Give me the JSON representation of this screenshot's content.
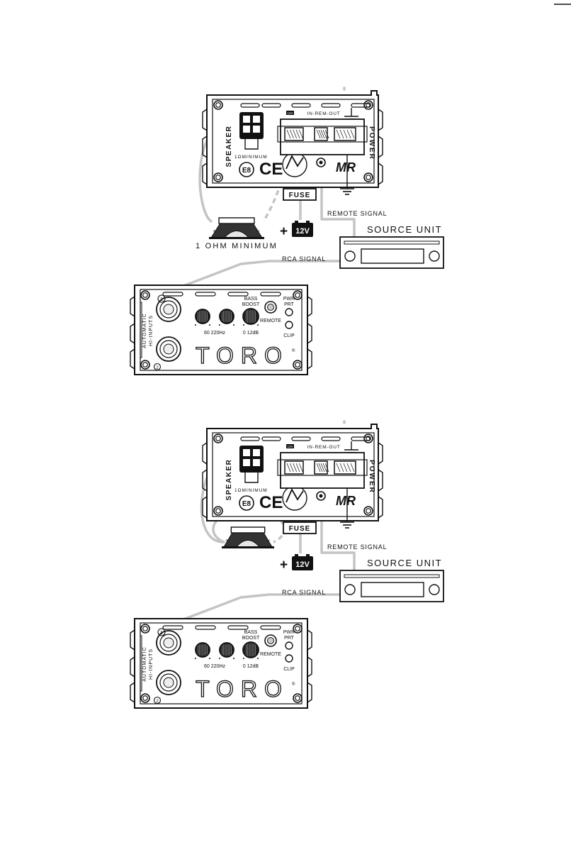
{
  "diagrams": [
    {
      "id": "top",
      "speaker_count": 1,
      "amp": {
        "speaker_label": "SPEAKER",
        "minimum_label": "1ΩMINIMUM",
        "power_label": "POWER",
        "terminal_header": "IN-REM-OUT",
        "battery_badge": "12V",
        "e_mark": "E8",
        "ce_mark": "CE",
        "brand_mark": "MR"
      },
      "fuse_label": "FUSE",
      "battery_label": "12V",
      "battery_plus": "+",
      "speaker_caption": "1 OHM MINIMUM",
      "remote_signal_label": "REMOTE SIGNAL",
      "source_unit_label": "SOURCE UNIT",
      "rca_signal_label": "RCA SIGNAL",
      "front": {
        "inputs_label_1": "AUTOMATIC",
        "inputs_label_2": "HI-INPUTS",
        "bass_boost_label_1": "BASS",
        "bass_boost_label_2": "BOOST",
        "remote_label": "REMOTE",
        "pwr_label_1": "PWR",
        "pwr_label_2": "PRT",
        "clip_label": "CLIP",
        "freq_label": "60 220Hz",
        "boost_label": "0    12dB",
        "brand": "TORO",
        "input_1": "1",
        "input_2": "2"
      }
    },
    {
      "id": "bottom",
      "speaker_count": 2,
      "amp": {
        "speaker_label": "SPEAKER",
        "minimum_label": "1ΩMINIMUM",
        "power_label": "POWER",
        "terminal_header": "IN-REM-OUT",
        "battery_badge": "12V",
        "e_mark": "E8",
        "ce_mark": "CE",
        "brand_mark": "MR"
      },
      "fuse_label": "FUSE",
      "battery_label": "12V",
      "battery_plus": "+",
      "speaker_caption": "",
      "remote_signal_label": "REMOTE SIGNAL",
      "source_unit_label": "SOURCE UNIT",
      "rca_signal_label": "RCA SIGNAL",
      "front": {
        "inputs_label_1": "AUTOMATIC",
        "inputs_label_2": "HI-INPUTS",
        "bass_boost_label_1": "BASS",
        "bass_boost_label_2": "BOOST",
        "remote_label": "REMOTE",
        "pwr_label_1": "PWR",
        "pwr_label_2": "PRT",
        "clip_label": "CLIP",
        "freq_label": "60 220Hz",
        "boost_label": "0    12dB",
        "brand": "TORO",
        "input_1": "1",
        "input_2": "2"
      }
    }
  ]
}
